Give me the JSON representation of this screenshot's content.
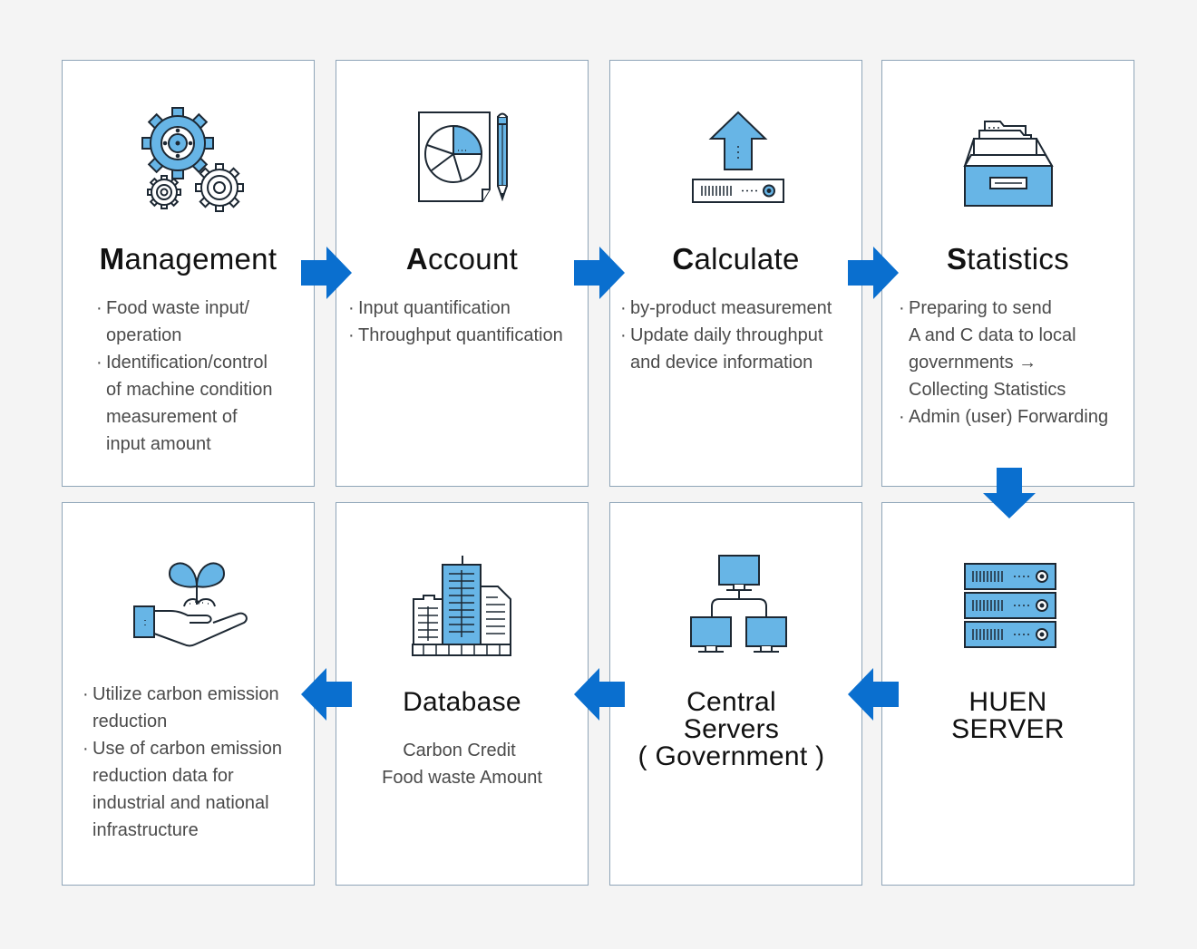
{
  "steps": {
    "management": {
      "initial": "M",
      "rest": "anagement",
      "bullets": [
        [
          "Food waste input/",
          "operation"
        ],
        [
          "Identification/control",
          "of machine condition",
          "measurement of",
          "input amount"
        ]
      ]
    },
    "account": {
      "initial": "A",
      "rest": "ccount",
      "bullets": [
        [
          "Input quantification"
        ],
        [
          "Throughput quantification"
        ]
      ]
    },
    "calculate": {
      "initial": "C",
      "rest": "alculate",
      "bullets": [
        [
          "by-product measurement"
        ],
        [
          "Update daily throughput",
          "and device information"
        ]
      ]
    },
    "statistics": {
      "initial": "S",
      "rest": "tatistics",
      "bullets": [
        [
          "Preparing to send",
          "A and C data to local",
          "governments →",
          "Collecting Statistics"
        ],
        [
          "Admin (user) Forwarding"
        ]
      ]
    },
    "huen_server": {
      "title_lines": [
        "HUEN",
        "SERVER"
      ]
    },
    "central_servers": {
      "title_lines": [
        "Central",
        "Servers",
        "( Government )"
      ]
    },
    "database": {
      "title": "Database",
      "lines": [
        "Carbon Credit",
        "Food waste Amount"
      ]
    },
    "carbon": {
      "bullets": [
        [
          "Utilize carbon emission",
          "reduction"
        ],
        [
          "Use of carbon emission",
          "reduction data for",
          "industrial and national",
          "infrastructure"
        ]
      ]
    }
  },
  "colors": {
    "accent": "#0a6fcf",
    "icon_fill": "#67b5e6",
    "icon_stroke": "#1d2833",
    "card_border": "#8fa5b8",
    "background": "#f4f4f4"
  }
}
